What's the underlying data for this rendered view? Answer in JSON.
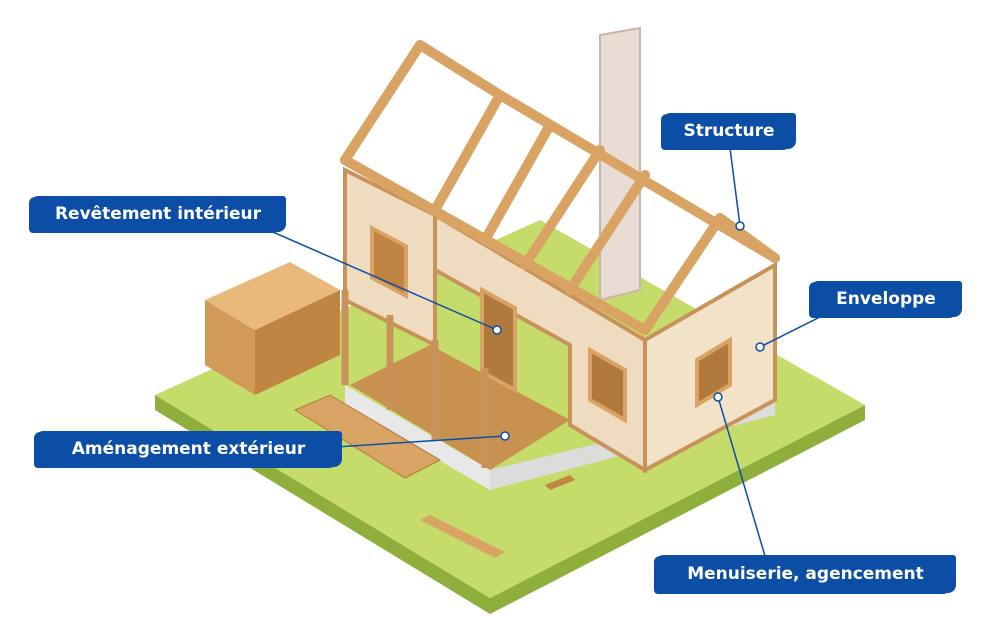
{
  "labels": {
    "structure": "Structure",
    "revetement": "Revêtement intérieur",
    "enveloppe": "Enveloppe",
    "amenagement": "Aménagement extérieur",
    "menuiserie": "Menuiserie, agencement"
  },
  "colors": {
    "label_bg": "#0c4ea6",
    "ground": "#c6dc6a",
    "wall": "#efdcc0",
    "timber": "#d9a463"
  }
}
